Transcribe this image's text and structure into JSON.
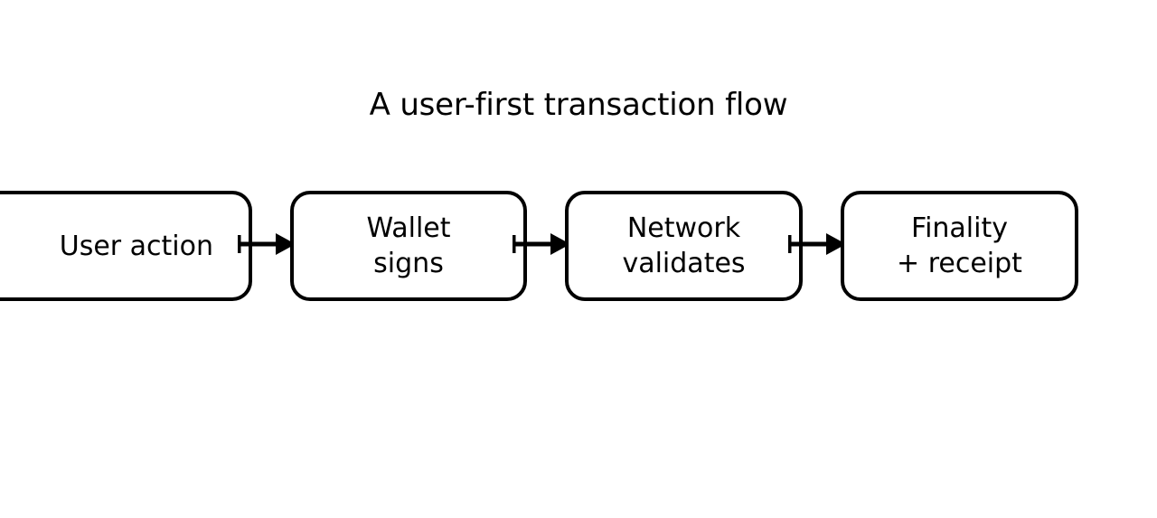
{
  "background_color": "#ffffff",
  "stroke_color": "#000000",
  "text_color": "#000000",
  "title": "A user-first transaction flow",
  "flow": {
    "nodes": [
      {
        "id": "user-action",
        "label": "User action",
        "clipped_left": true
      },
      {
        "id": "wallet-signs",
        "label": "Wallet\nsigns",
        "clipped_left": false
      },
      {
        "id": "network-validates",
        "label": "Network\nvalidates",
        "clipped_left": false
      },
      {
        "id": "finality-receipt",
        "label": "Finality\n+ receipt",
        "clipped_left": false
      }
    ],
    "connectors": [
      {
        "id": "arrow-1",
        "from": "user-action",
        "to": "wallet-signs",
        "style": "solid-arrow"
      },
      {
        "id": "arrow-2",
        "from": "wallet-signs",
        "to": "network-validates",
        "style": "solid-arrow"
      },
      {
        "id": "arrow-3",
        "from": "network-validates",
        "to": "finality-receipt",
        "style": "solid-arrow"
      }
    ]
  }
}
